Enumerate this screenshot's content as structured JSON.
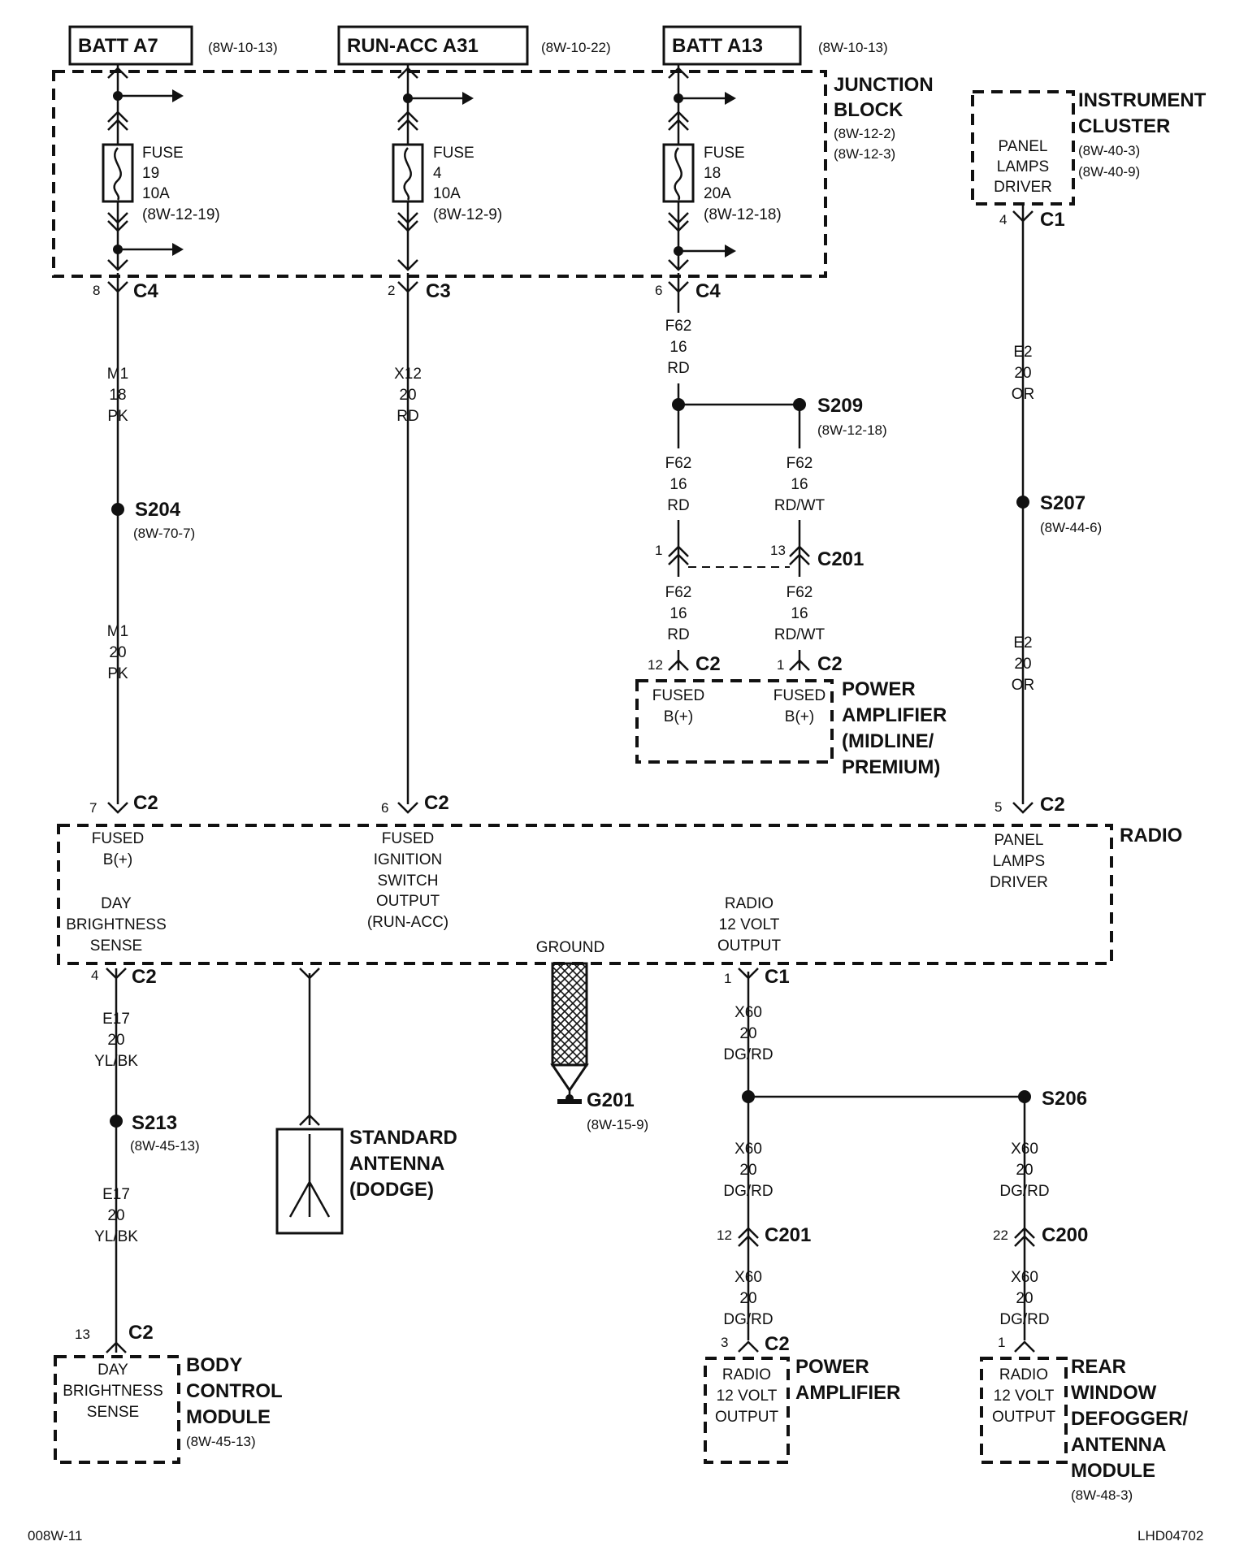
{
  "sources": {
    "batt_a7": {
      "label": "BATT A7",
      "ref": "(8W-10-13)"
    },
    "run_acc_a31": {
      "label": "RUN-ACC A31",
      "ref": "(8W-10-22)"
    },
    "batt_a13": {
      "label": "BATT A13",
      "ref": "(8W-10-13)"
    }
  },
  "junction_block": {
    "title_1": "JUNCTION",
    "title_2": "BLOCK",
    "ref_1": "(8W-12-2)",
    "ref_2": "(8W-12-3)"
  },
  "fuses": [
    {
      "l1": "FUSE",
      "l2": "19",
      "l3": "10A",
      "l4": "(8W-12-19)"
    },
    {
      "l1": "FUSE",
      "l2": "4",
      "l3": "10A",
      "l4": "(8W-12-9)"
    },
    {
      "l1": "FUSE",
      "l2": "18",
      "l3": "20A",
      "l4": "(8W-12-18)"
    }
  ],
  "instrument_cluster": {
    "title_1": "INSTRUMENT",
    "title_2": "CLUSTER",
    "ref_1": "(8W-40-3)",
    "ref_2": "(8W-40-9)",
    "l1": "PANEL",
    "l2": "LAMPS",
    "l3": "DRIVER"
  },
  "connectors": {
    "c4": "C4",
    "c3": "C3",
    "c1": "C1",
    "c2": "C2",
    "c201": "C201",
    "c200": "C200",
    "pin_8": "8",
    "pin_2": "2",
    "pin_6": "6",
    "pin_4": "4",
    "pin_1": "1",
    "pin_13": "13",
    "pin_12": "12",
    "pin_7": "7",
    "pin_5": "5",
    "pin_3": "3",
    "pin_22": "22"
  },
  "wires": {
    "m1_18": {
      "c": "M1",
      "g": "18",
      "col": "PK"
    },
    "m1_20": {
      "c": "M1",
      "g": "20",
      "col": "PK"
    },
    "x12": {
      "c": "X12",
      "g": "20",
      "col": "RD"
    },
    "f62_rd": {
      "c": "F62",
      "g": "16",
      "col": "RD"
    },
    "f62_rdwt": {
      "c": "F62",
      "g": "16",
      "col": "RD/WT"
    },
    "e2": {
      "c": "E2",
      "g": "20",
      "col": "OR"
    },
    "e17": {
      "c": "E17",
      "g": "20",
      "col": "YL/BK"
    },
    "x60": {
      "c": "X60",
      "g": "20",
      "col": "DG/RD"
    }
  },
  "splices": {
    "s204": {
      "name": "S204",
      "ref": "(8W-70-7)"
    },
    "s209": {
      "name": "S209",
      "ref": "(8W-12-18)"
    },
    "s207": {
      "name": "S207",
      "ref": "(8W-44-6)"
    },
    "s213": {
      "name": "S213",
      "ref": "(8W-45-13)"
    },
    "s206": {
      "name": "S206",
      "ref": ""
    }
  },
  "power_amp_midline": {
    "t1": "POWER",
    "t2": "AMPLIFIER",
    "t3": "(MIDLINE/",
    "t4": "PREMIUM)",
    "fused": "FUSED",
    "bplus": "B(+)"
  },
  "radio": {
    "title": "RADIO",
    "fused": "FUSED",
    "bplus": "B(+)",
    "day1": "DAY",
    "day2": "BRIGHTNESS",
    "day3": "SENSE",
    "ign1": "FUSED",
    "ign2": "IGNITION",
    "ign3": "SWITCH",
    "ign4": "OUTPUT",
    "ign5": "(RUN-ACC)",
    "ground": "GROUND",
    "r12_1": "RADIO",
    "r12_2": "12 VOLT",
    "r12_3": "OUTPUT",
    "pl1": "PANEL",
    "pl2": "LAMPS",
    "pl3": "DRIVER"
  },
  "ground_g201": {
    "name": "G201",
    "ref": "(8W-15-9)"
  },
  "antenna": {
    "t1": "STANDARD",
    "t2": "ANTENNA",
    "t3": "(DODGE)"
  },
  "bcm": {
    "t1": "BODY",
    "t2": "CONTROL",
    "t3": "MODULE",
    "ref": "(8W-45-13)",
    "l1": "DAY",
    "l2": "BRIGHTNESS",
    "l3": "SENSE"
  },
  "power_amp": {
    "t1": "POWER",
    "t2": "AMPLIFIER",
    "l1": "RADIO",
    "l2": "12 VOLT",
    "l3": "OUTPUT"
  },
  "rear_defog": {
    "t1": "REAR",
    "t2": "WINDOW",
    "t3": "DEFOGGER/",
    "t4": "ANTENNA",
    "t5": "MODULE",
    "ref": "(8W-48-3)",
    "l1": "RADIO",
    "l2": "12 VOLT",
    "l3": "OUTPUT"
  },
  "footer": {
    "left": "008W-11",
    "right": "LHD04702"
  }
}
